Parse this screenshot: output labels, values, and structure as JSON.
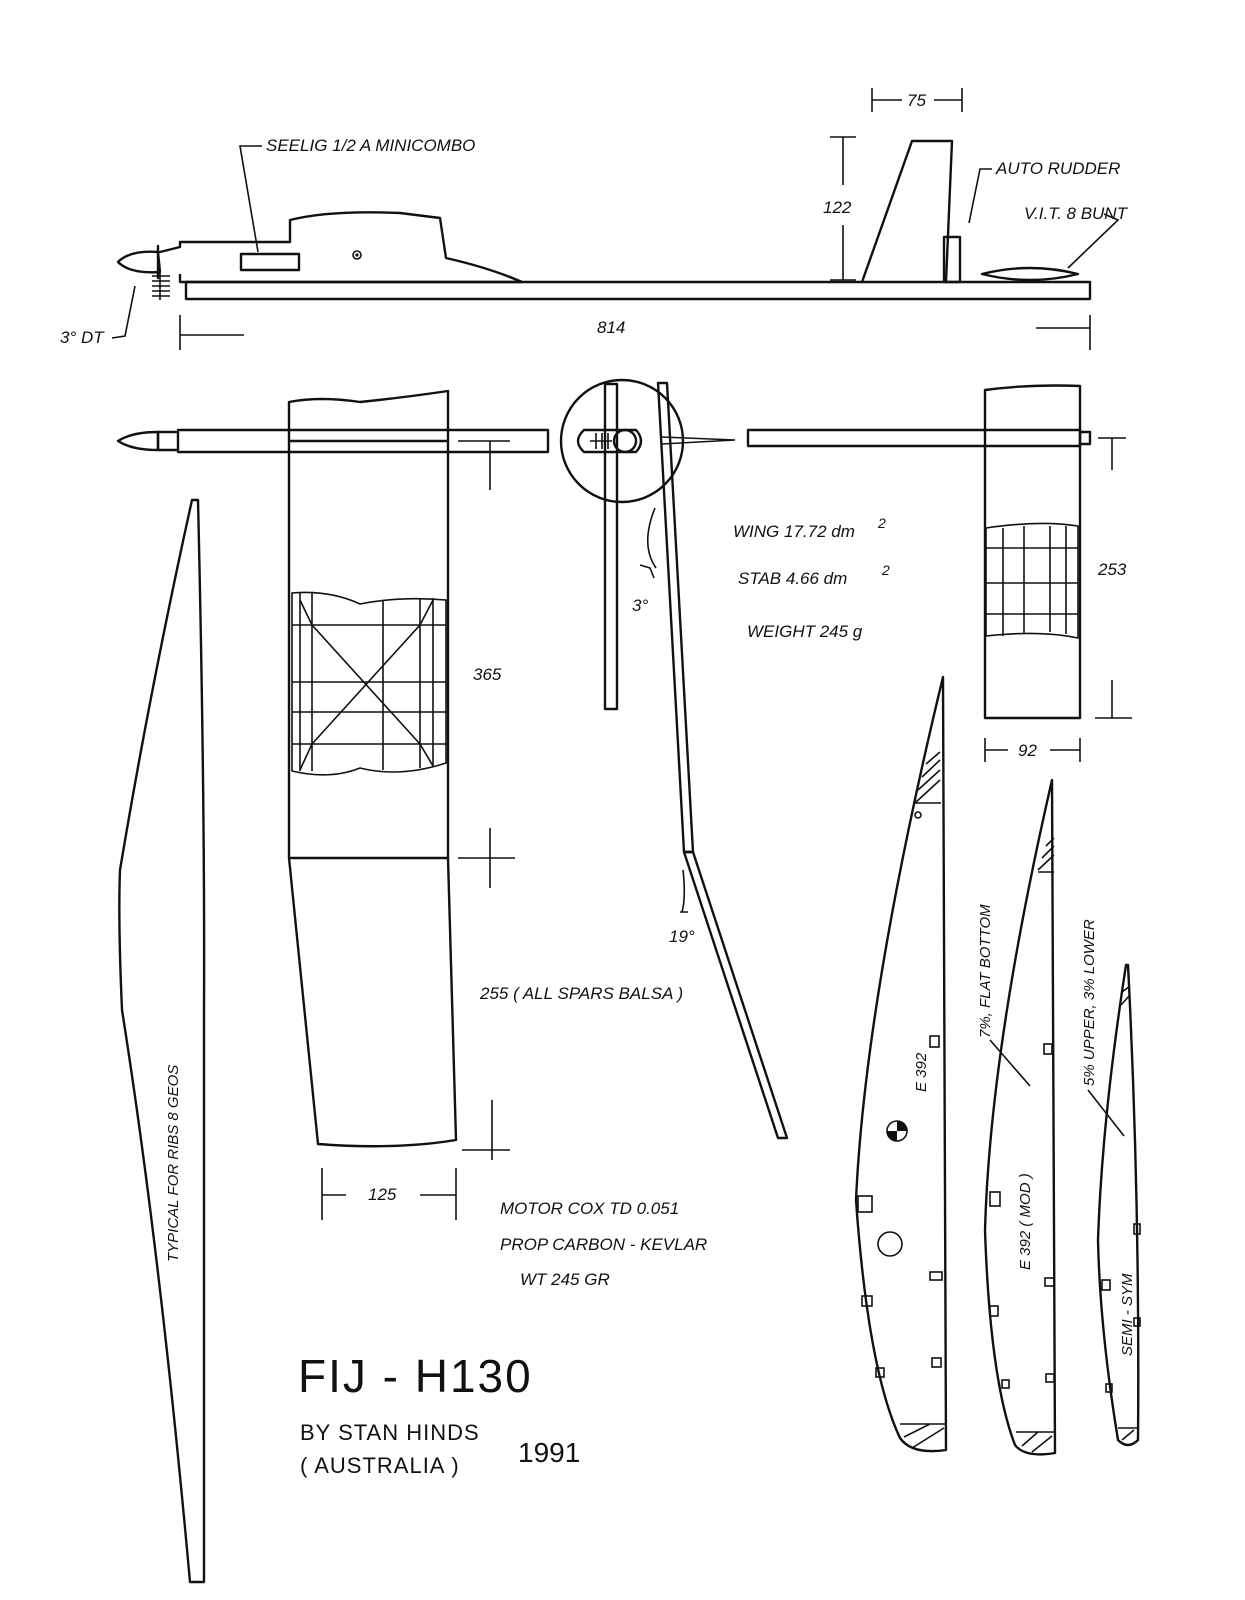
{
  "labels": {
    "servo": "SEELIG 1/2 A MINICOMBO",
    "auto_rudder": "AUTO RUDDER",
    "vit_bunt": "V.I.T. 8 BUNT",
    "dt_angle": "3° DT",
    "fin_width": "75",
    "fin_height": "122",
    "fuselage_length": "814",
    "wing_area": "WING 17.72 dm",
    "wing_area_exp": "2",
    "stab_area": "STAB 4.66 dm",
    "stab_area_exp": "2",
    "weight": "WEIGHT 245 g",
    "stab_span": "253",
    "stab_chord": "92",
    "center_panel": "365",
    "tip_panel": "255 ( ALL SPARS BALSA )",
    "wing_chord": "125",
    "dihedral_center": "3°",
    "dihedral_tip": "19°",
    "motor": "MOTOR COX TD 0.051",
    "prop": "PROP CARBON - KEVLAR",
    "wt": "WT 245 GR",
    "typical_ribs": "TYPICAL FOR RIBS 8 GEOS",
    "airfoil_1": "E 392",
    "airfoil_1_note": "7%, FLAT BOTTOM",
    "airfoil_2": "E 392 ( MOD )",
    "airfoil_2_note": "5% UPPER, 3% LOWER",
    "airfoil_3": "SEMI - SYM"
  },
  "title_block": {
    "title": "FIJ - H130",
    "author": "BY STAN HINDS",
    "country": "( AUSTRALIA )",
    "year": "1991"
  }
}
